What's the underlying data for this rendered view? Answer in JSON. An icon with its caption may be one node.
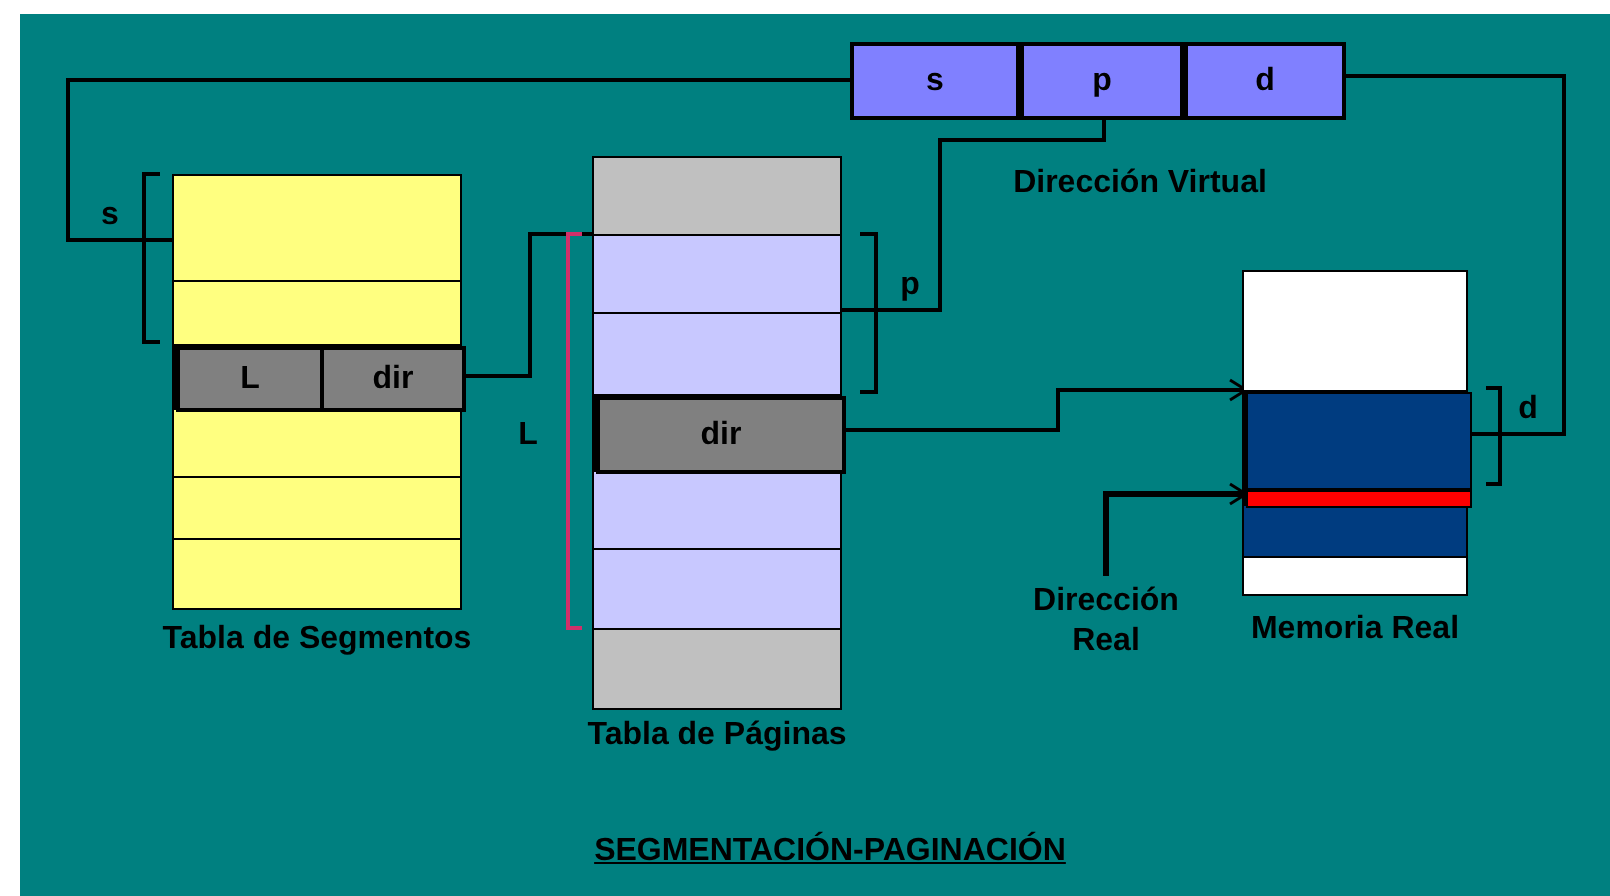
{
  "diagram": {
    "caption": "SEGMENTACIÓN-PAGINACIÓN",
    "nodes": [
      {
        "text": [
          "s"
        ]
      },
      {
        "text": [
          "p"
        ]
      },
      {
        "text": [
          "d"
        ]
      },
      {
        "text": [],
        "shape": "box",
        "beside": [
          "Tabla de Segmentos"
        ]
      },
      {
        "text": [
          "L",
          "dir"
        ],
        "in": 3
      },
      {
        "text": [],
        "shape": "box",
        "beside": [
          "Tabla de Páginas"
        ]
      },
      {
        "text": [
          "dir"
        ],
        "in": 5
      },
      {
        "text": [],
        "shape": "box",
        "beside": [
          "Memoria Real"
        ]
      },
      {
        "text": [],
        "shape": "bar",
        "in": 7
      },
      {
        "text": [],
        "shape": "bar",
        "in": 7
      },
      {
        "text": [
          "Dirección Real"
        ]
      }
    ],
    "edges": [
      {
        "from": 0,
        "to": 3,
        "arrow": "none"
      },
      {
        "from": 1,
        "to": 5,
        "arrow": "none"
      },
      {
        "from": 2,
        "to": 7,
        "arrow": "none"
      },
      {
        "from": 4,
        "to": 5,
        "arrow": "none"
      },
      {
        "from": 6,
        "to": 8,
        "arrow": "to"
      },
      {
        "from": 10,
        "to": 9,
        "arrow": "to"
      }
    ],
    "labels": [
      "Dirección Virtual",
      "s",
      "p",
      "L",
      "d"
    ]
  }
}
